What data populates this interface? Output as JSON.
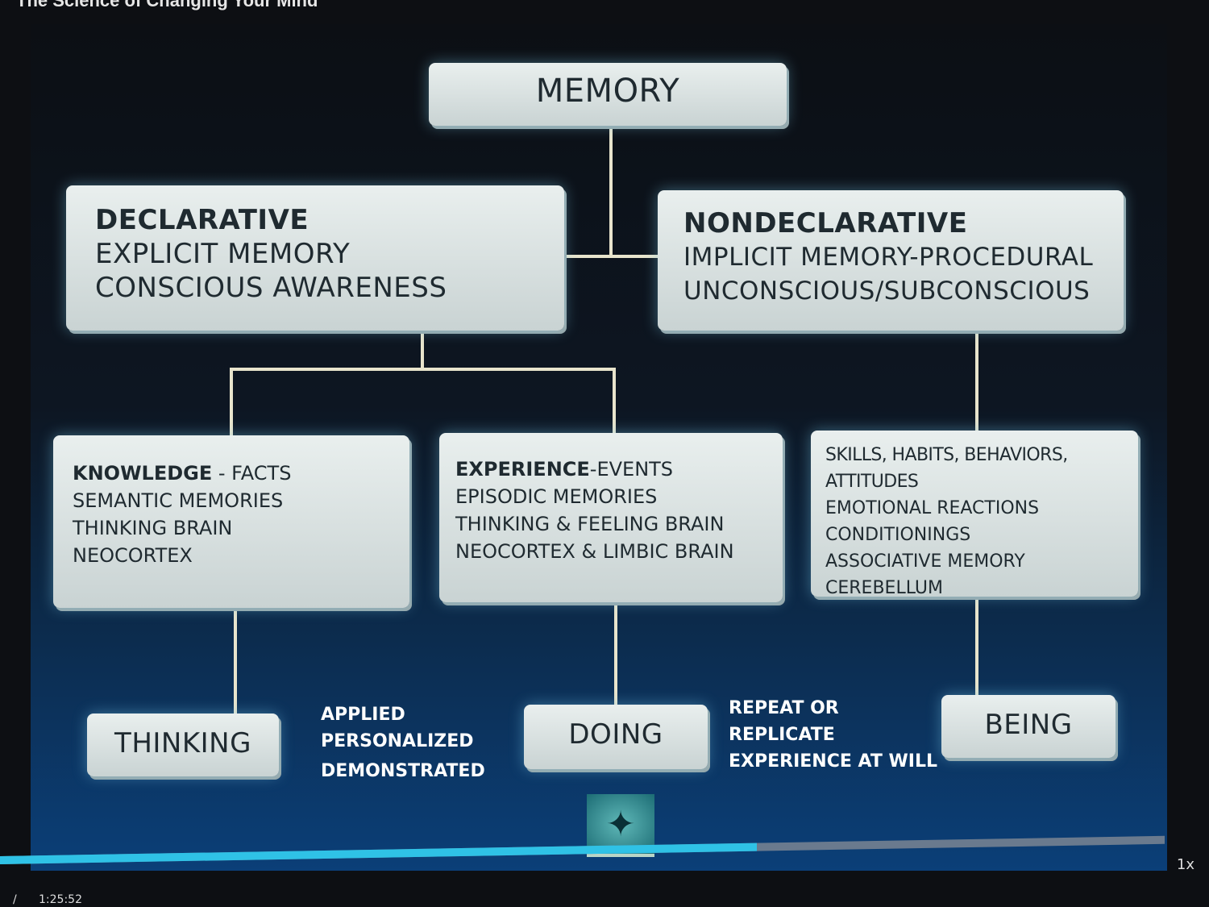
{
  "video": {
    "title": "The Science of Changing Your Mind",
    "current_time": "1:25:52",
    "speed": "1x",
    "progress_percent": 65
  },
  "diagram": {
    "root": "MEMORY",
    "declarative": {
      "title": "DECLARATIVE",
      "lines": [
        "EXPLICIT MEMORY",
        "CONSCIOUS AWARENESS"
      ]
    },
    "nondeclarative": {
      "title": "NONDECLARATIVE",
      "lines": [
        "IMPLICIT MEMORY-PROCEDURAL",
        "UNCONSCIOUS/SUBCONSCIOUS"
      ]
    },
    "knowledge": {
      "title": "KNOWLEDGE",
      "suffix": " - FACTS",
      "lines": [
        "SEMANTIC MEMORIES",
        "THINKING BRAIN",
        "NEOCORTEX"
      ]
    },
    "experience": {
      "title": "EXPERIENCE",
      "suffix": "-EVENTS",
      "lines": [
        "EPISODIC MEMORIES",
        "THINKING & FEELING BRAIN",
        "NEOCORTEX & LIMBIC BRAIN"
      ]
    },
    "skills": {
      "lines": [
        "SKILLS, HABITS, BEHAVIORS, ATTITUDES",
        "EMOTIONAL REACTIONS",
        "CONDITIONINGS",
        "ASSOCIATIVE MEMORY",
        "CEREBELLUM"
      ]
    },
    "outcomes": [
      "THINKING",
      "DOING",
      "BEING"
    ],
    "transitions": [
      [
        "APPLIED",
        "PERSONALIZED",
        "DEMONSTRATED"
      ],
      [
        "REPEAT OR",
        "REPLICATE",
        "EXPERIENCE AT WILL"
      ]
    ]
  }
}
